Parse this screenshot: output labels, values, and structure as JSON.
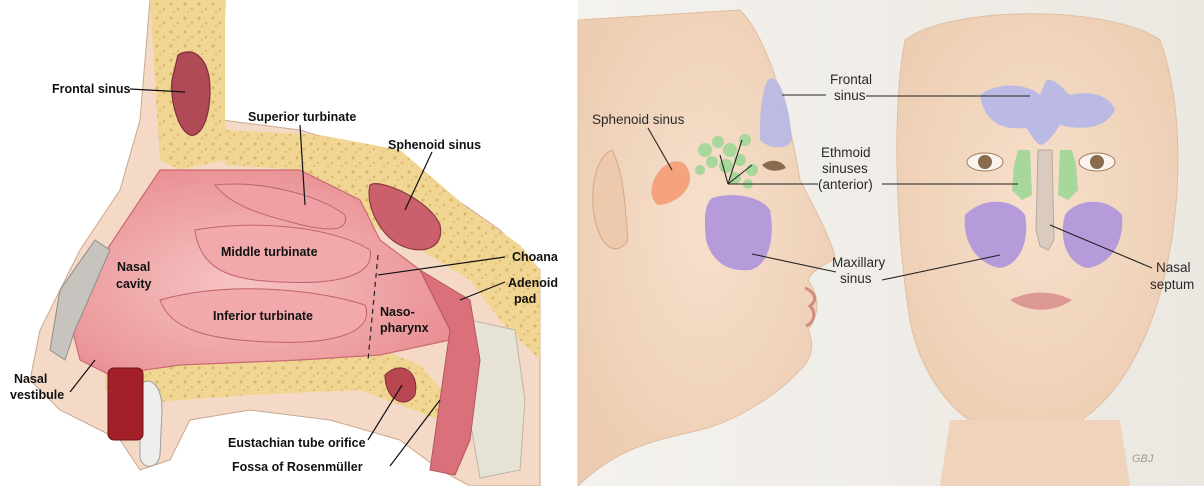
{
  "left_panel": {
    "labels": {
      "frontal_sinus": "Frontal sinus",
      "superior_turbinate": "Superior turbinate",
      "sphenoid_sinus": "Sphenoid sinus",
      "middle_turbinate": "Middle turbinate",
      "nasal_cavity_1": "Nasal",
      "nasal_cavity_2": "cavity",
      "inferior_turbinate": "Inferior turbinate",
      "choana": "Choana",
      "adenoid_pad_1": "Adenoid",
      "adenoid_pad_2": "pad",
      "nasopharynx_1": "Naso-",
      "nasopharynx_2": "pharynx",
      "nasal_vestibule_1": "Nasal",
      "nasal_vestibule_2": "vestibule",
      "eustachian_tube": "Eustachian tube orifice",
      "fossa_rosenmuller": "Fossa of Rosenmüller"
    }
  },
  "right_panel": {
    "labels": {
      "sphenoid_sinus": "Sphenoid sinus",
      "frontal_sinus_1": "Frontal",
      "frontal_sinus_2": "sinus",
      "ethmoid_1": "Ethmoid",
      "ethmoid_2": "sinuses",
      "ethmoid_3": "(anterior)",
      "maxillary_1": "Maxillary",
      "maxillary_2": "sinus",
      "septum_1": "Nasal",
      "septum_2": "septum",
      "signature": "GBJ"
    }
  },
  "colors": {
    "skin": "#f3d7bf",
    "bone": "#f2d99a",
    "mucosa": "#e9868c",
    "frontal": "#b7b8e6",
    "ethmoid": "#a8d79c",
    "maxillary": "#b59bd9",
    "sphenoid": "#f4a37c"
  }
}
